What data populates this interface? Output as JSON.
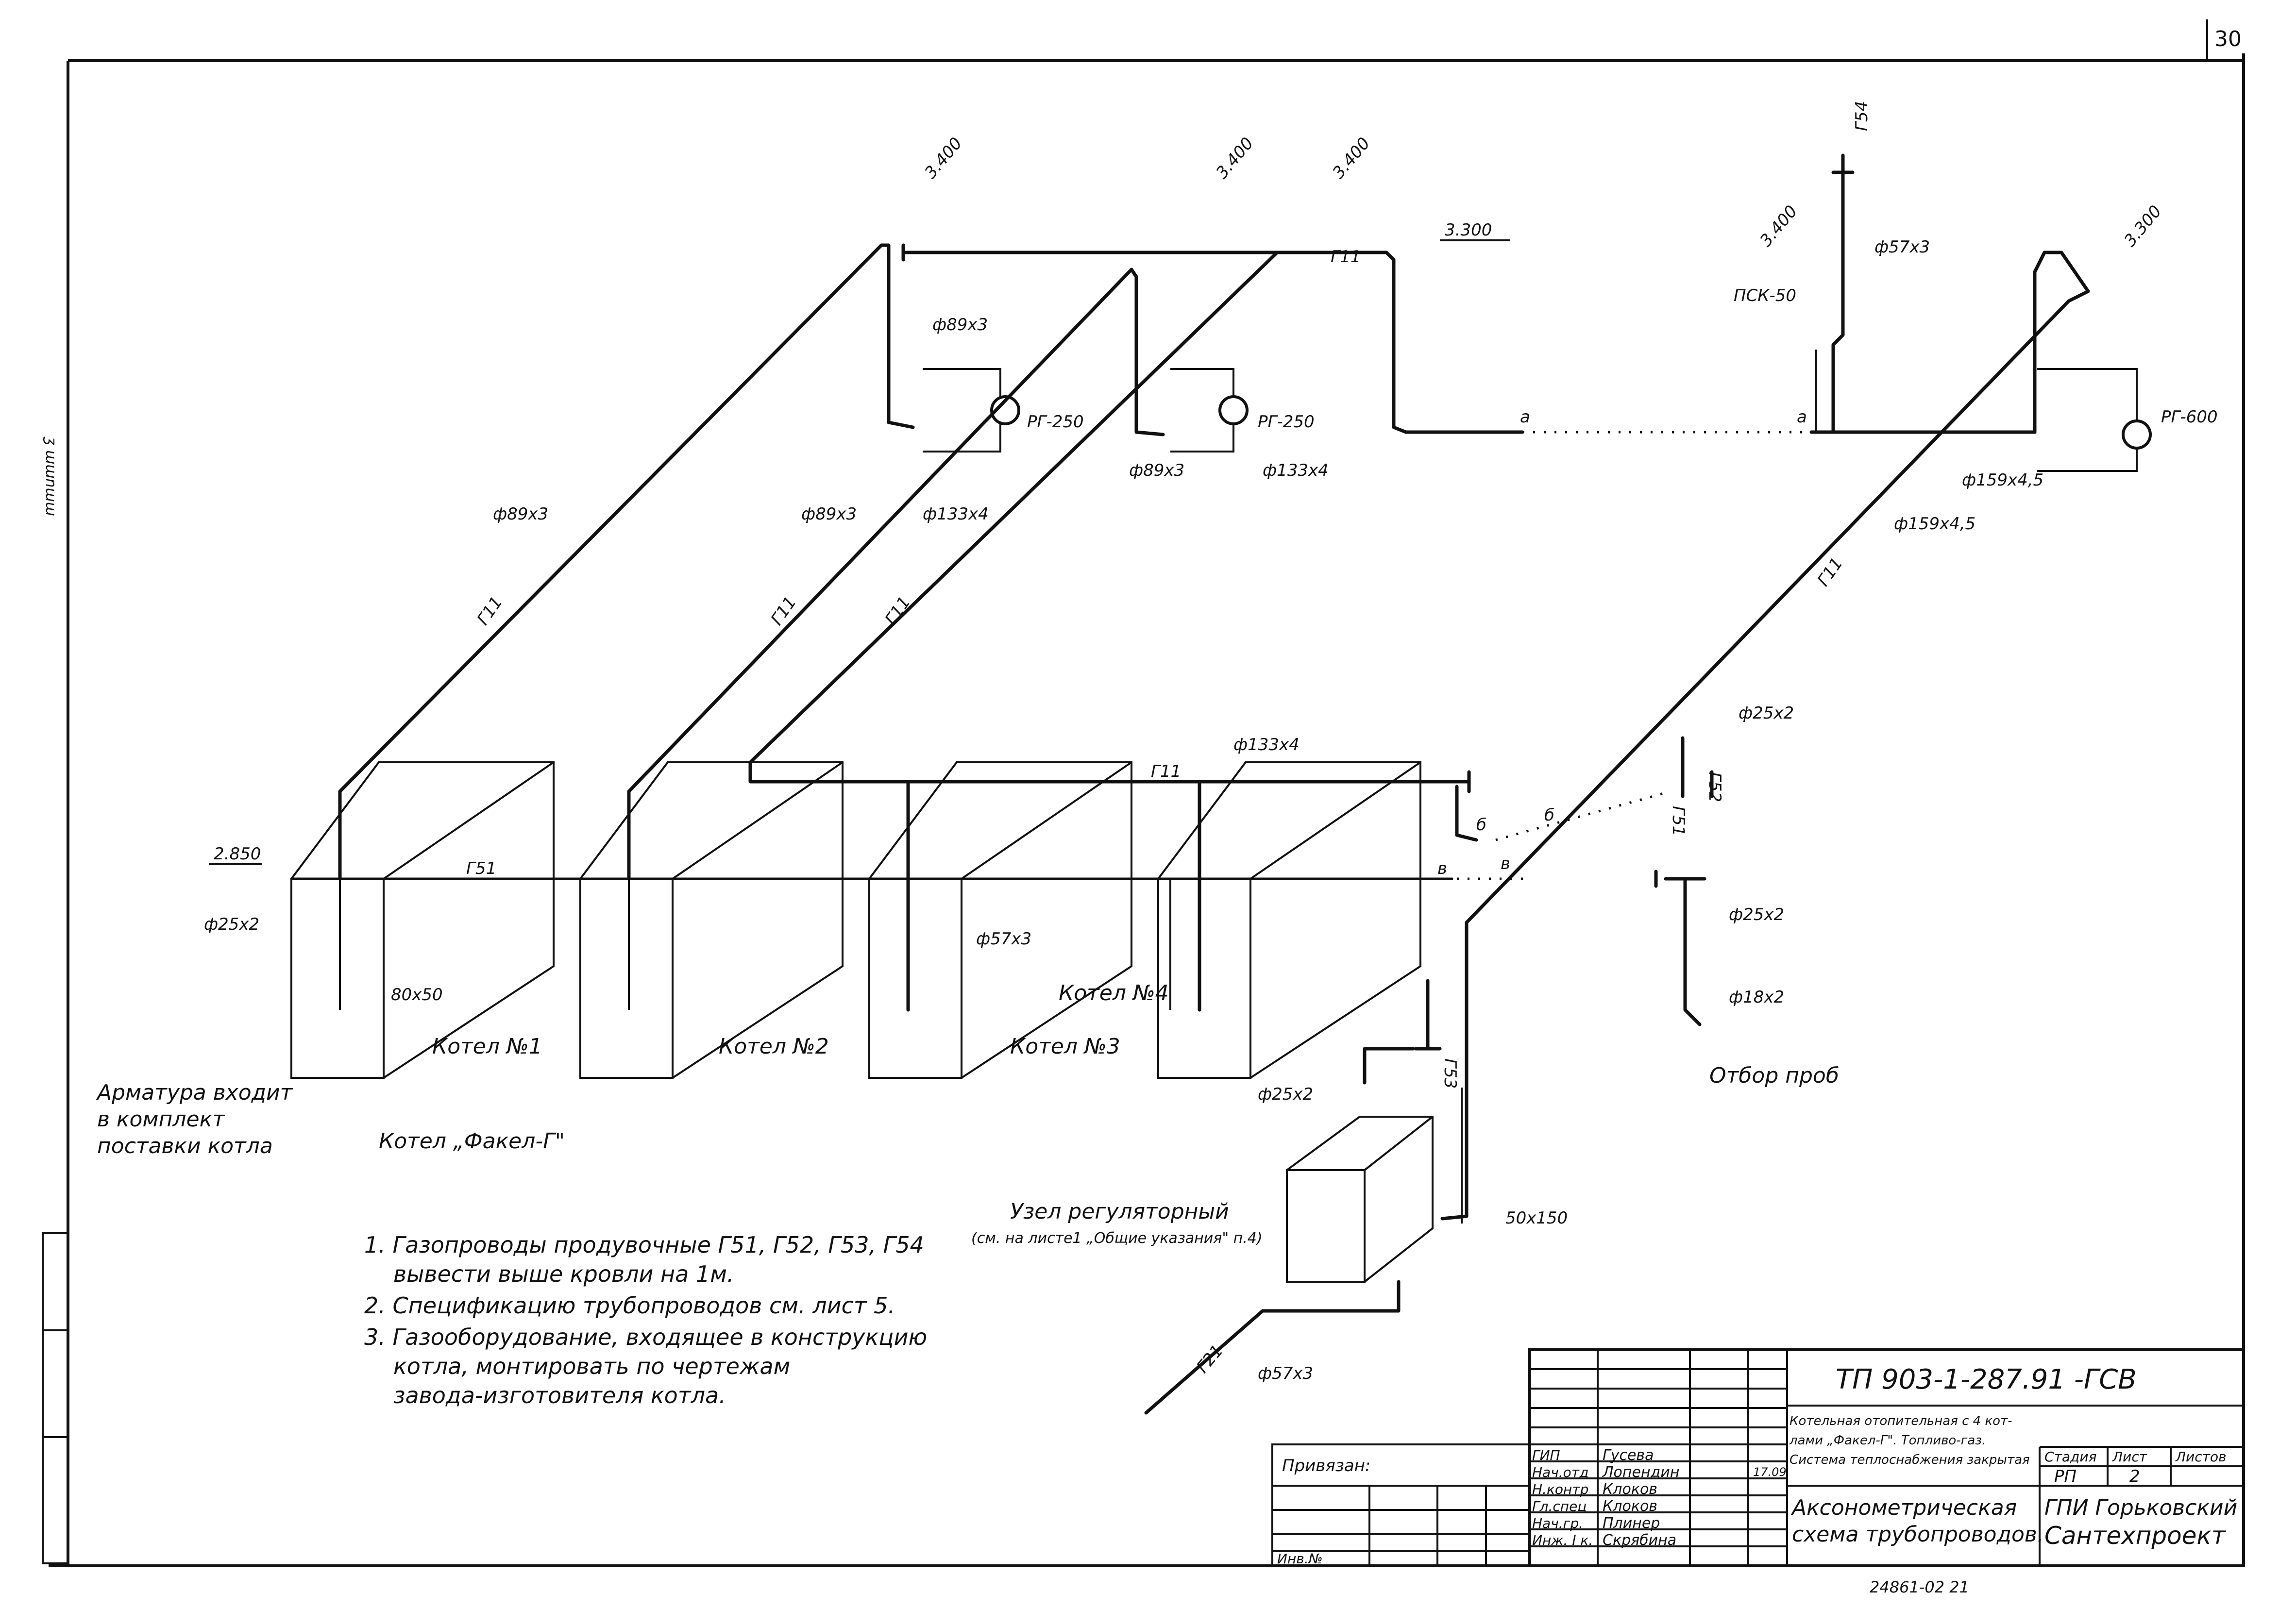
{
  "page_number": "30",
  "side_text": "ʒ ɯɯnɯɯ",
  "elevations": {
    "e1": "3.400",
    "e2": "3.400",
    "e3": "3.400",
    "e4": "3.300",
    "e5": "3.400",
    "e6": "3.300",
    "e7": "2.850"
  },
  "pipe_sizes": {
    "d89_1": "ф89х3",
    "d89_2": "ф89х3",
    "d133_1": "ф133х4",
    "d89_top1": "ф89х3",
    "d89_top2": "ф89х3",
    "d133_top": "ф133х4",
    "d57_top": "ф57х3",
    "d159_top": "ф159х4,5",
    "d159_diag": "ф159х4,5",
    "d133_hdr": "ф133х4",
    "d25_right": "ф25х2",
    "d25_left": "ф25х2",
    "d57_mid": "ф57х3",
    "d25_mid": "ф25х2",
    "d18": "ф18х2",
    "d25_reg": "ф25х2",
    "d57_in": "ф57х3",
    "s80x50": "80х50",
    "s50x150": "50х150"
  },
  "line_codes": {
    "g11_a": "Г11",
    "g11_b": "Г11",
    "g11_c": "Г11",
    "g11_top": "Г11",
    "g11_hdr": "Г11",
    "g11_diag": "Г11",
    "g51": "Г51",
    "g54": "Г54",
    "g52": "Г52",
    "g53": "Г53",
    "g21": "Г21",
    "g51_v": "Г51"
  },
  "equipment": {
    "rg250_a": "РГ-250",
    "rg250_b": "РГ-250",
    "rg600": "РГ-600",
    "psk": "ПСК-50",
    "boiler1": "Котел №1",
    "boiler2": "Котел №2",
    "boiler3": "Котел №3",
    "boiler4": "Котел №4",
    "boiler_type": "Котел „Факел-Г\"",
    "armatura": [
      "Арматура входит",
      "в комплект",
      "поставки котла"
    ],
    "regulator": "Узел регуляторный",
    "regulator_note": "(см. на листе1 „Общие указания\" п.4)",
    "sampling": "Отбор проб",
    "mark_a": "а",
    "mark_b": "б",
    "mark_v": "в"
  },
  "notes": [
    "1. Газопроводы продувочные Г51, Г52, Г53, Г54",
    "вывести выше кровли на 1м.",
    "2. Спецификацию трубопроводов см. лист 5.",
    "3. Газооборудование, входящее в конструкцию",
    "котла, монтировать по чертежам",
    "завода-изготовителя котла."
  ],
  "title_block": {
    "code": "ТП 903-1-287.91 -ГСВ",
    "privyazan": "Привязан:",
    "inv": "Инв.№",
    "roles": [
      "ГИП",
      "Нач.отд",
      "Н.контр",
      "Гл.спец",
      "Нач.гр.",
      "Инж. I к."
    ],
    "names": [
      "Гусева",
      "Лопендин",
      "Клоков",
      "Клоков",
      "Плинер",
      "Скрябина"
    ],
    "date": "17.09",
    "project_desc": [
      "Котельная отопительная с 4 кот-",
      "лами „Факел-Г\". Топливо-газ.",
      "Система теплоснабжения закрытая"
    ],
    "stage_label": "Стадия",
    "sheet_label": "Лист",
    "sheets_label": "Листов",
    "stage": "РП",
    "sheet": "2",
    "drawing_title": [
      "Аксонометрическая",
      "схема трубопроводов."
    ],
    "org": [
      "ГПИ Горьковский",
      "Сантехпроект"
    ],
    "archive_no": "24861-02 21"
  }
}
